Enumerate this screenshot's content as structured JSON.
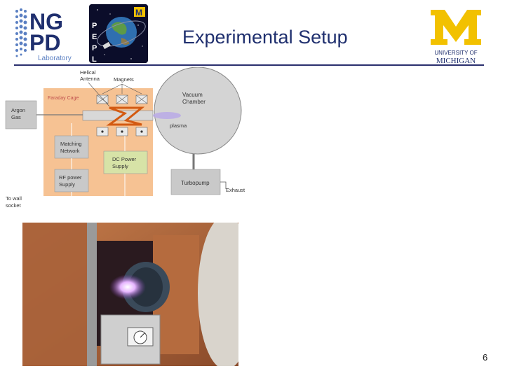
{
  "header": {
    "title": "Experimental Setup",
    "ngpd_logo": {
      "line1": "NG",
      "line2": "PD",
      "caption": "Laboratory"
    },
    "pepl_logo": {
      "letters": [
        "P",
        "E",
        "P",
        "L"
      ],
      "mark": "M"
    },
    "um_logo": {
      "mark": "M",
      "line1": "UNIVERSITY OF",
      "line2": "MICHIGAN"
    }
  },
  "diagram": {
    "helical_antenna": "Helical\nAntenna",
    "magnets": "Magnets",
    "faraday_cage": "Faraday Cage",
    "argon": "Argon\nGas",
    "plasma": "plasma",
    "vacuum_chamber": "Vacuum\nChamber",
    "matching_network": "Matching\nNetwork",
    "dc_power": "DC Power\nSupply",
    "rf_power": "RF power\nSupply",
    "turbopump": "Turbopump",
    "exhaust": "Exhaust",
    "wall_socket": "To wall\nsocket"
  },
  "photo": {
    "icon": "lab-photo-icon"
  },
  "page_number": "6",
  "colors": {
    "title": "#1f2f6e",
    "faraday": "#f6c293",
    "gray_box": "#c9c9c9",
    "green_box": "#d7e3a7",
    "um_maize": "#f2c100",
    "um_blue": "#1f2f6e"
  }
}
